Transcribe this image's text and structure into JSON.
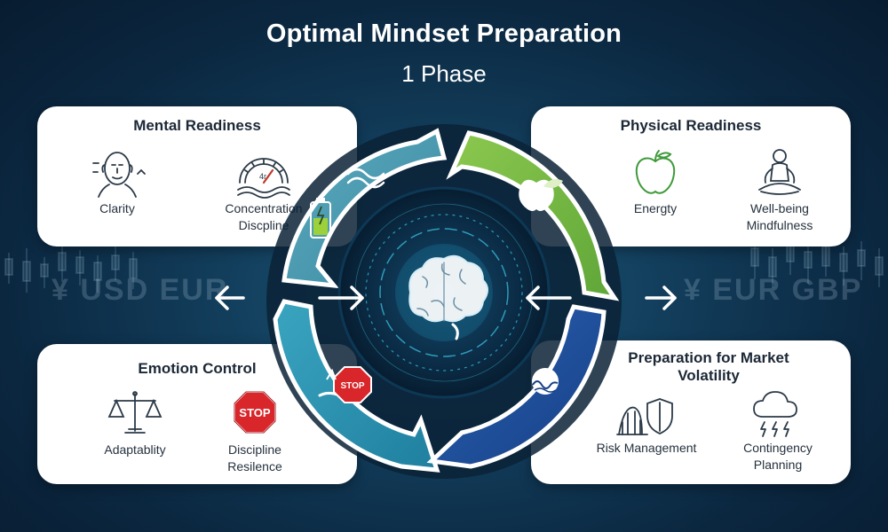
{
  "header": {
    "title": "Optimal Mindset Preparation",
    "subtitle": "1 Phase"
  },
  "background": {
    "left_currencies": "¥ USD  EUR",
    "right_currencies": "¥ EUR  GBP",
    "top_right_symbol": "€"
  },
  "cards": {
    "mental": {
      "title": "Mental Readiness",
      "items": [
        {
          "label": "Clarity",
          "icon": "face-outline-icon"
        },
        {
          "label": "Concentration",
          "label2": "Discpline",
          "icon": "gauge-icon"
        }
      ]
    },
    "physical": {
      "title": "Physical Readiness",
      "items": [
        {
          "label": "Energty",
          "icon": "apple-icon"
        },
        {
          "label": "Well-being",
          "label2": "Mindfulness",
          "icon": "meditation-icon"
        }
      ]
    },
    "emotion": {
      "title": "Emotion Control",
      "items": [
        {
          "label": "Adaptablity",
          "icon": "balance-scale-icon"
        },
        {
          "label": "Discipline",
          "label2": "Resilence",
          "icon": "stop-sign-icon",
          "sign_text": "STOP"
        }
      ]
    },
    "volatility": {
      "title": "Preparation for Market",
      "title2": "Volatility",
      "items": [
        {
          "label": "Risk Management",
          "icon": "shield-rollercoaster-icon"
        },
        {
          "label": "Contingency",
          "label2": "Planning",
          "icon": "storm-cloud-icon"
        }
      ]
    }
  },
  "hub": {
    "center_icon": "brain-icon",
    "segment_icons": [
      "battery-icon",
      "waves-icon",
      "apple-leaf-icon",
      "stop-hand-icon",
      "wave-globe-icon"
    ],
    "stop_text": "STOP"
  },
  "colors": {
    "segment_teal": "#4f9fb4",
    "segment_green": "#7dbe45",
    "segment_cyan": "#2f97b6",
    "segment_blue": "#214f9c",
    "hub_core": "#0a2a44",
    "stop_red": "#d9262a"
  }
}
